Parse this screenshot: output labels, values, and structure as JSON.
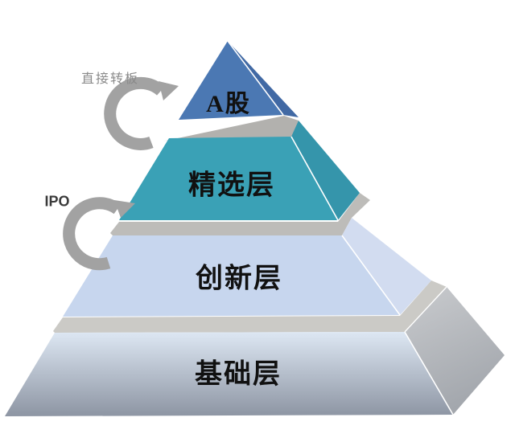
{
  "diagram": {
    "type": "stepped-pyramid",
    "background": "#ffffff",
    "layers": [
      {
        "id": "a-share",
        "label": "A股",
        "front_color": "#4b78b3",
        "side_color": "#4169a4"
      },
      {
        "id": "selected",
        "label": "精选层",
        "front_color": "#3aa1b6",
        "side_color": "#3595ab"
      },
      {
        "id": "innovation",
        "label": "创新层",
        "front_color": "#c7d6ee",
        "side_color": "#d2dcf0"
      },
      {
        "id": "basic",
        "label": "基础层",
        "front_top_color": "#dde7f3",
        "front_bottom_color": "#8d95a3",
        "side_top_color": "#c9cbce",
        "side_bottom_color": "#a3a7ad"
      }
    ],
    "bands": {
      "below_a_share": "#b2b1ae",
      "below_selected": "#bdbcb9",
      "below_innovation": "#cbcac6"
    },
    "arrows": [
      {
        "id": "direct-transfer",
        "label": "直接转板",
        "color": "#a2a2a2",
        "label_color": "#8a8a8a"
      },
      {
        "id": "ipo",
        "label": "IPO",
        "color": "#a2a2a2",
        "label_color": "#3b3b3b"
      }
    ],
    "text_color": "#111111",
    "divider_line_color": "#ffffff"
  }
}
